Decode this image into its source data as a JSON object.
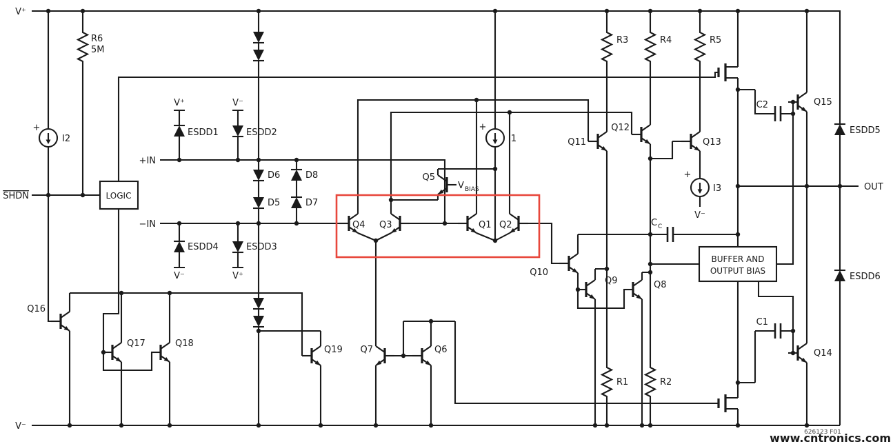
{
  "labels": {
    "v_plus": "V⁺",
    "v_minus": "V⁻",
    "shdn": "SHDN",
    "in_plus": "+IN",
    "in_minus": "−IN",
    "out": "OUT",
    "logic": "LOGIC",
    "buffer1": "BUFFER AND",
    "buffer2": "OUTPUT BIAS",
    "q1": "Q1",
    "q2": "Q2",
    "q3": "Q3",
    "q4": "Q4",
    "q5": "Q5",
    "q6": "Q6",
    "q7": "Q7",
    "q8": "Q8",
    "q9": "Q9",
    "q10": "Q10",
    "q11": "Q11",
    "q12": "Q12",
    "q13": "Q13",
    "q14": "Q14",
    "q15": "Q15",
    "q16": "Q16",
    "q17": "Q17",
    "q18": "Q18",
    "q19": "Q19",
    "r1": "R1",
    "r2": "R2",
    "r3": "R3",
    "r4": "R4",
    "r5": "R5",
    "r6": "R6",
    "r6_value": "5M",
    "c1": "C1",
    "c2": "C2",
    "cc_main": "C",
    "cc_sub": "C",
    "d5": "D5",
    "d6": "D6",
    "d7": "D7",
    "d8": "D8",
    "esdd1": "ESDD1",
    "esdd2": "ESDD2",
    "esdd3": "ESDD3",
    "esdd4": "ESDD4",
    "esdd5": "ESDD5",
    "esdd6": "ESDD6",
    "i1": "I1",
    "i2": "I2",
    "i3": "I3",
    "plus_sign": "+",
    "vbias_v": "V",
    "vbias_sub": "BIAS",
    "figure_code": "626123 F01",
    "watermark": "www.cntronics.com"
  },
  "colors": {
    "highlight": "#e8473c",
    "watermark": "#a2b400",
    "wire": "#1a1a1a"
  }
}
